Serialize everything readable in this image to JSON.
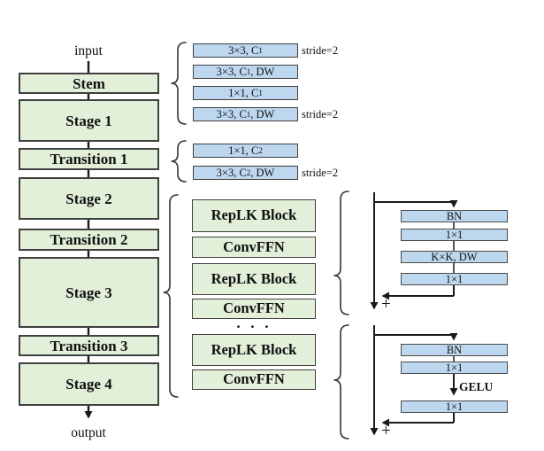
{
  "colors": {
    "green_fill": "#e2efd9",
    "blue_fill": "#bdd7ee",
    "border": "#404040"
  },
  "pipeline": {
    "input_label": "input",
    "output_label": "output",
    "blocks": [
      "Stem",
      "Stage 1",
      "Transition 1",
      "Stage 2",
      "Transition 2",
      "Stage 3",
      "Transition 3",
      "Stage 4"
    ]
  },
  "stem_layers": [
    {
      "pre": "3×3, C",
      "sub": "1",
      "post": "",
      "stride": "stride=2"
    },
    {
      "pre": "3×3, C",
      "sub": "1",
      "post": ", DW",
      "stride": ""
    },
    {
      "pre": "1×1, C",
      "sub": "1",
      "post": "",
      "stride": ""
    },
    {
      "pre": "3×3, C",
      "sub": "1",
      "post": ", DW",
      "stride": "stride=2"
    }
  ],
  "transition_layers": [
    {
      "pre": "1×1, C",
      "sub": "2",
      "post": "",
      "stride": ""
    },
    {
      "pre": "3×3, C",
      "sub": "2",
      "post": ", DW",
      "stride": "stride=2"
    }
  ],
  "stage_stack": {
    "items": [
      "RepLK Block",
      "ConvFFN",
      "RepLK Block",
      "ConvFFN",
      "RepLK Block",
      "ConvFFN"
    ],
    "ellipsis": "· · ·"
  },
  "replk_detail": {
    "layers": [
      "BN",
      "1×1",
      "K×K, DW",
      "1×1"
    ],
    "plus": "+"
  },
  "convffn_detail": {
    "layers": [
      "BN",
      "1×1",
      "1×1"
    ],
    "activation": "GELU",
    "plus": "+"
  }
}
